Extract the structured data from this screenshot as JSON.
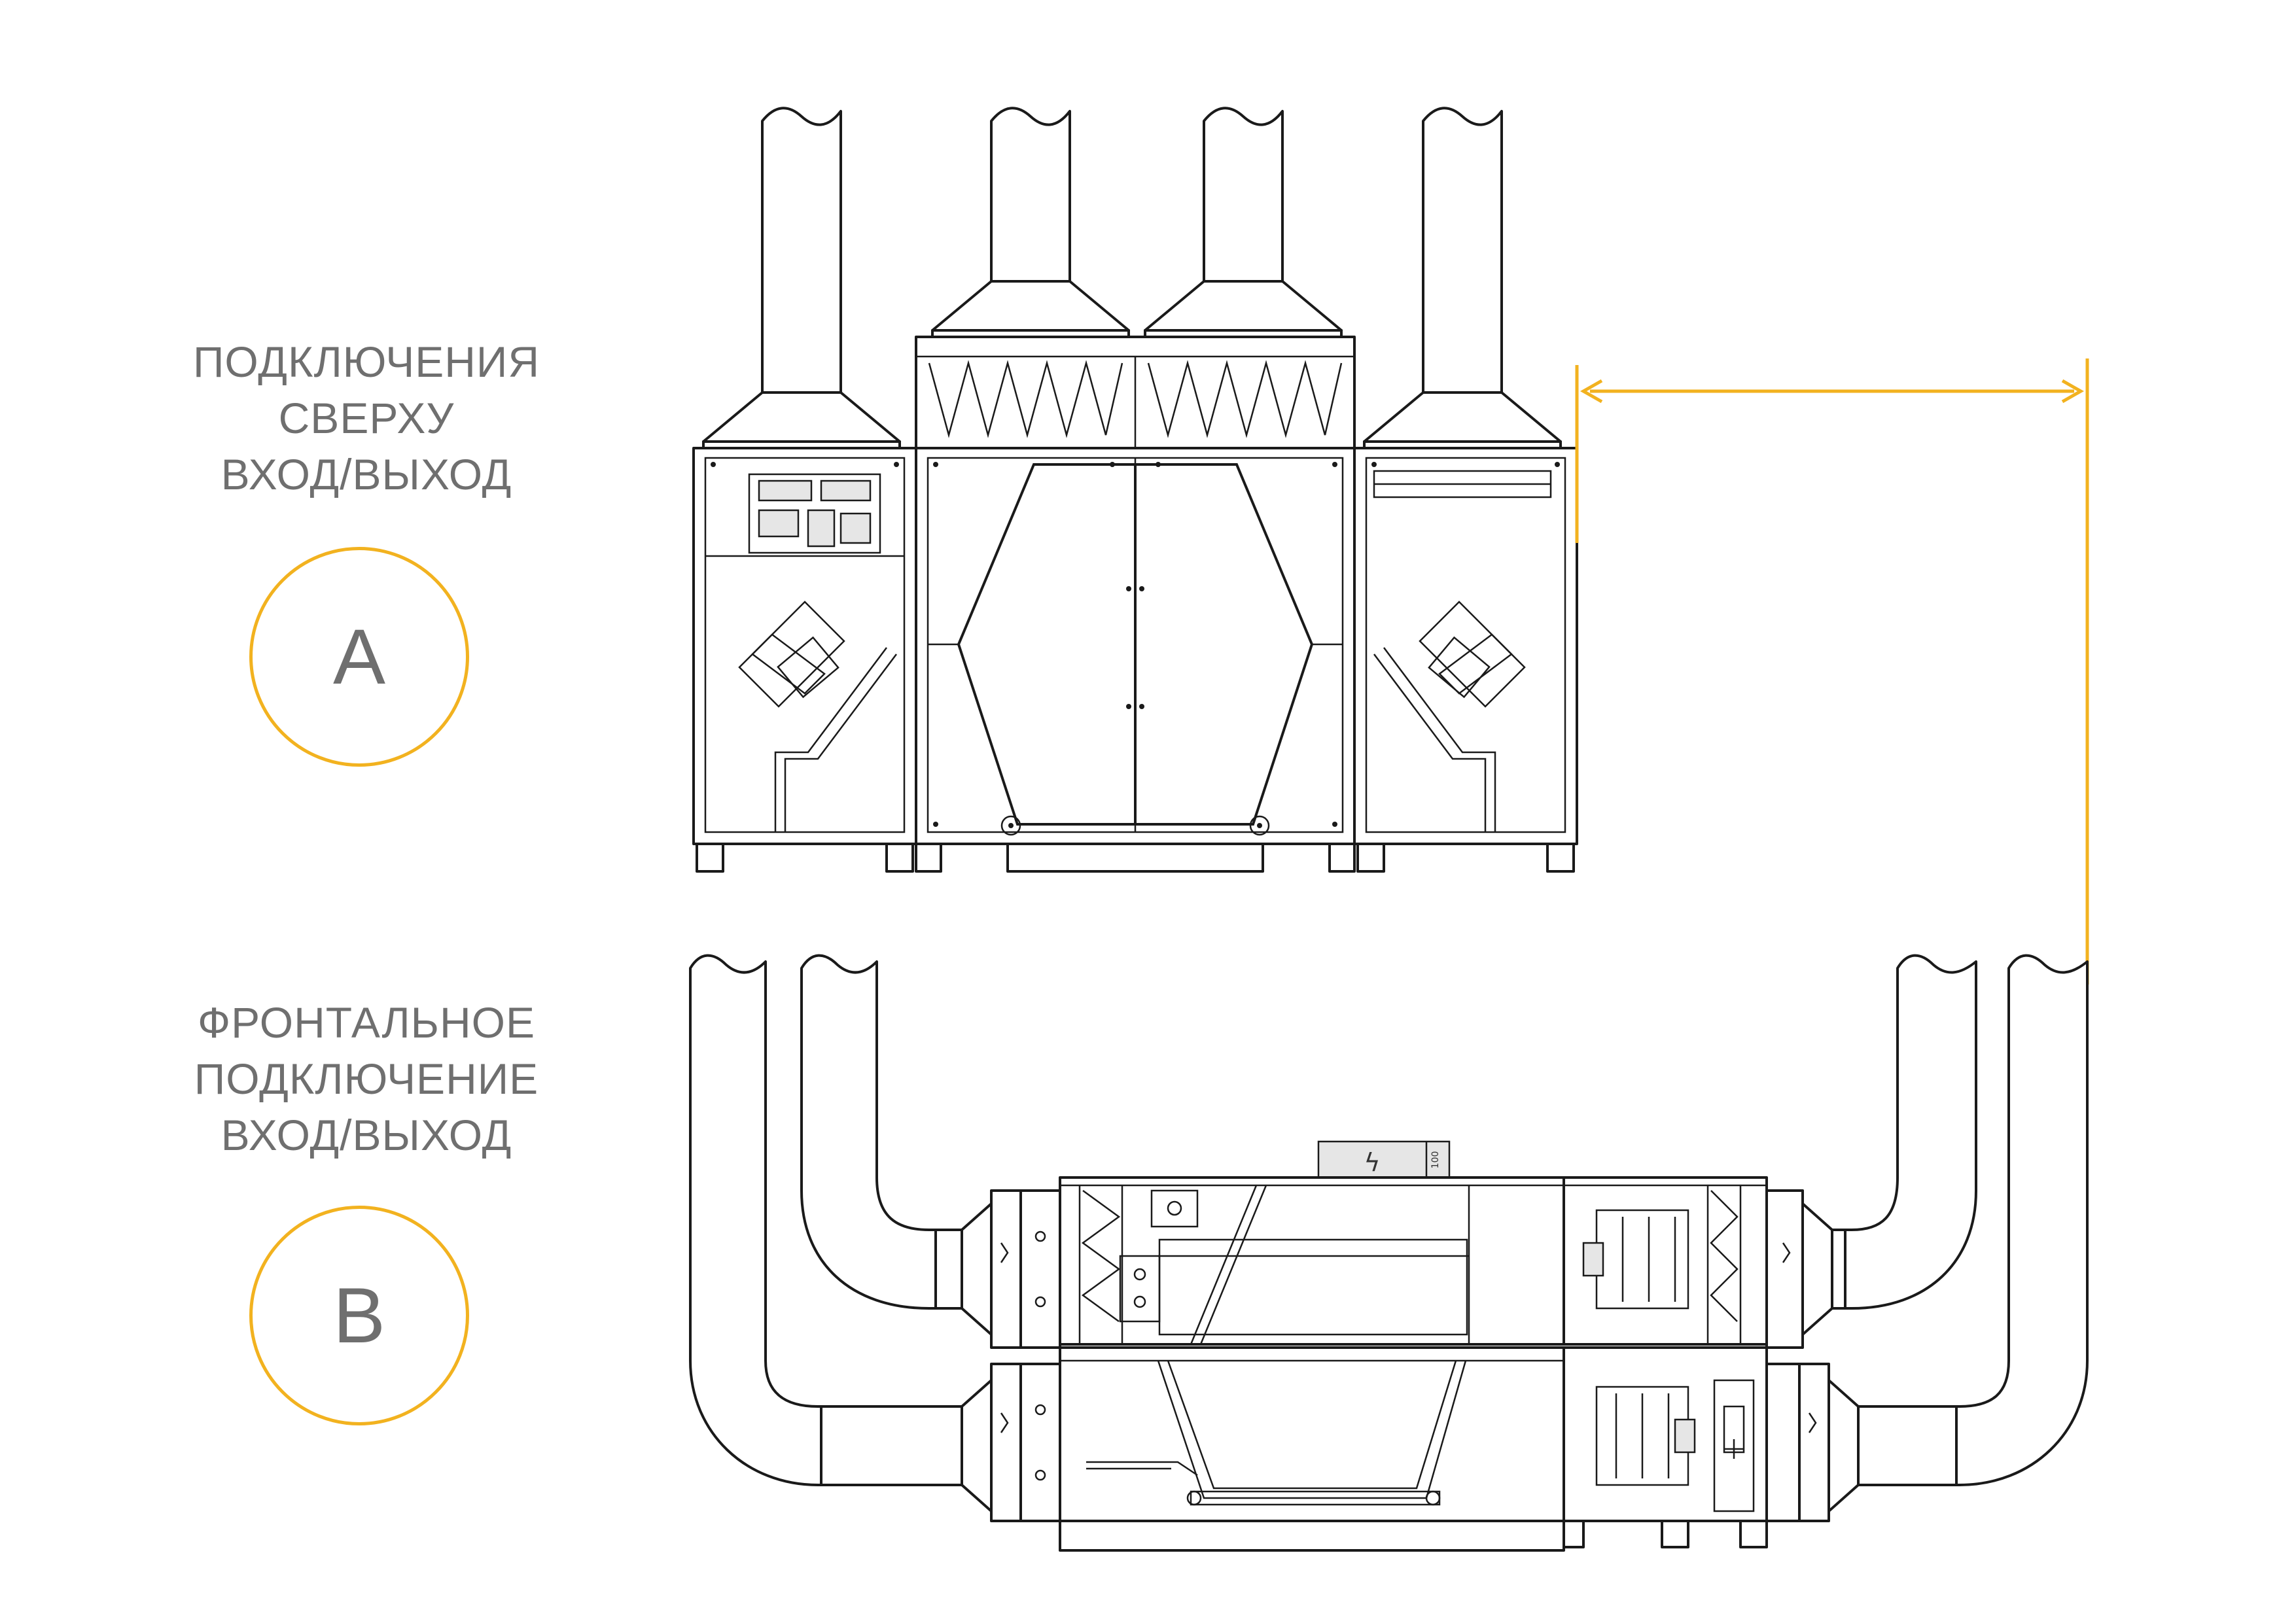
{
  "section_a": {
    "label_lines": [
      "ПОДКЛЮЧЕНИЯ",
      "СВЕРХУ",
      "ВХОД/ВЫХОД"
    ],
    "badge": "A"
  },
  "section_b": {
    "label_lines": [
      "ФРОНТАЛЬНОЕ",
      "ПОДКЛЮЧЕНИЕ",
      "ВХОД/ВЫХОД"
    ],
    "badge": "B"
  },
  "unit_b": {
    "electric_box_glyph": "ϟ",
    "electric_box_tag": "100"
  },
  "colors": {
    "accent": "#f2b21f",
    "text": "#6f6f6f",
    "line": "#1a1a1a"
  }
}
